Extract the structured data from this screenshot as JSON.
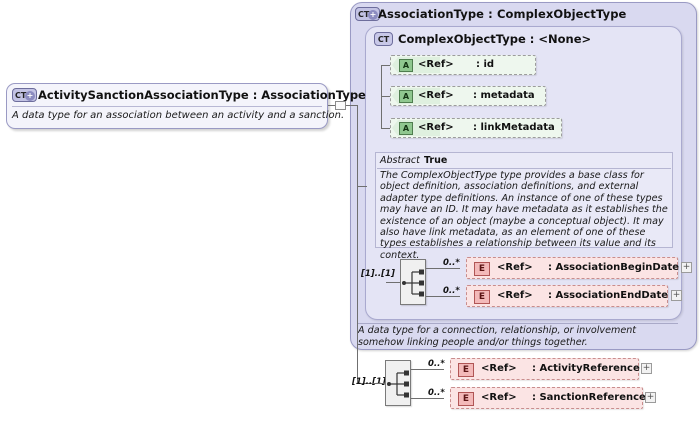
{
  "diagram": {
    "title": "XSD Schema Diagram",
    "colors": {
      "association_panel": "#d9d9f0",
      "complex_object_panel": "#e4e4f5",
      "attribute": "#eef7ee",
      "element": "#fbe4e4",
      "type_box": "#f4f4fb"
    }
  },
  "main_type": {
    "icon": "CT+",
    "title": "ActivitySanctionAssociationType : AssociationType",
    "documentation": "A data type for an association between an activity and a sanction."
  },
  "association_type": {
    "icon": "CT+",
    "title": "AssociationType : ComplexObjectType",
    "documentation": "A data type for a connection, relationship, or involvement somehow linking people and/or things together."
  },
  "complex_object_type": {
    "icon": "CT",
    "title": "ComplexObjectType : <None>",
    "abstract_label": "Abstract",
    "abstract_value": "True",
    "documentation": "The ComplexObjectType type provides a base class for object definition, association definitions, and external adapter type definitions. An instance of one of these types may have an ID. It may have metadata as it establishes the existence of an object (maybe a conceptual object). It may also have link metadata, as an element of one of these types establishes a relationship between its value and its context.",
    "attributes": [
      {
        "icon": "A",
        "ref": "<Ref>",
        "name": ": id"
      },
      {
        "icon": "A",
        "ref": "<Ref>",
        "name": ": metadata"
      },
      {
        "icon": "A",
        "ref": "<Ref>",
        "name": ": linkMetadata"
      }
    ]
  },
  "association_sequence": {
    "cardinality": "[1]..[1]",
    "compositor": "sequence",
    "elements": [
      {
        "icon": "E",
        "occurrence": "0..*",
        "ref": "<Ref>",
        "name": ": AssociationBeginDate",
        "expand": "+"
      },
      {
        "icon": "E",
        "occurrence": "0..*",
        "ref": "<Ref>",
        "name": ": AssociationEndDate",
        "expand": "+"
      }
    ]
  },
  "main_sequence": {
    "cardinality": "[1]..[1]",
    "compositor": "sequence",
    "elements": [
      {
        "icon": "E",
        "occurrence": "0..*",
        "ref": "<Ref>",
        "name": ": ActivityReference",
        "expand": "+"
      },
      {
        "icon": "E",
        "occurrence": "0..*",
        "ref": "<Ref>",
        "name": ": SanctionReference",
        "expand": "+"
      }
    ]
  },
  "main_expander": {
    "symbol": ""
  }
}
